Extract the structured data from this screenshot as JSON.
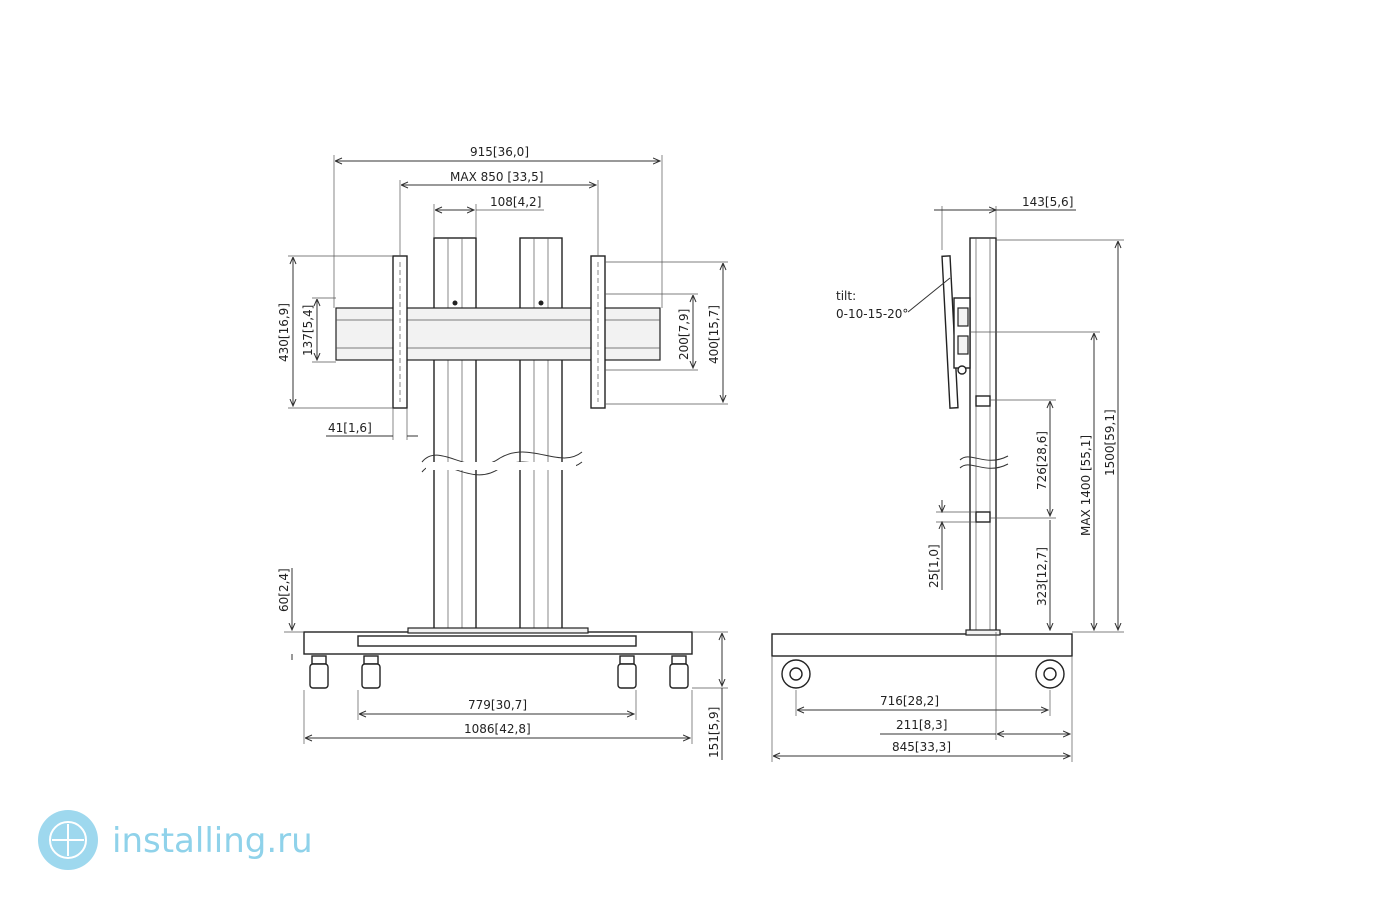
{
  "front": {
    "dim_915": "915",
    "dim_915_in": "36,0",
    "dim_max850": "MAX 850",
    "dim_max850_in": "33,5",
    "dim_108": "108",
    "dim_108_in": "4,2",
    "dim_430": "430",
    "dim_430_in": "16,9",
    "dim_137": "137",
    "dim_137_in": "5,4",
    "dim_200": "200",
    "dim_200_in": "7,9",
    "dim_400": "400",
    "dim_400_in": "15,7",
    "dim_41": "41",
    "dim_41_in": "1,6",
    "dim_60": "60",
    "dim_60_in": "2,4",
    "dim_779": "779",
    "dim_779_in": "30,7",
    "dim_1086": "1086",
    "dim_1086_in": "42,8",
    "dim_151": "151",
    "dim_151_in": "5,9"
  },
  "side": {
    "dim_143": "143",
    "dim_143_in": "5,6",
    "tilt_label": "tilt:",
    "tilt_values": "0-10-15-20°",
    "dim_1500": "1500",
    "dim_1500_in": "59,1",
    "dim_max1400": "MAX 1400",
    "dim_max1400_in": "55,1",
    "dim_726": "726",
    "dim_726_in": "28,6",
    "dim_25": "25",
    "dim_25_in": "1,0",
    "dim_323": "323",
    "dim_323_in": "12,7",
    "dim_716": "716",
    "dim_716_in": "28,2",
    "dim_211": "211",
    "dim_211_in": "8,3",
    "dim_845": "845",
    "dim_845_in": "33,3"
  },
  "watermark": {
    "text": "installing.ru",
    "logo_icon": "globe-logo-icon",
    "color": "#8fd2ea"
  }
}
